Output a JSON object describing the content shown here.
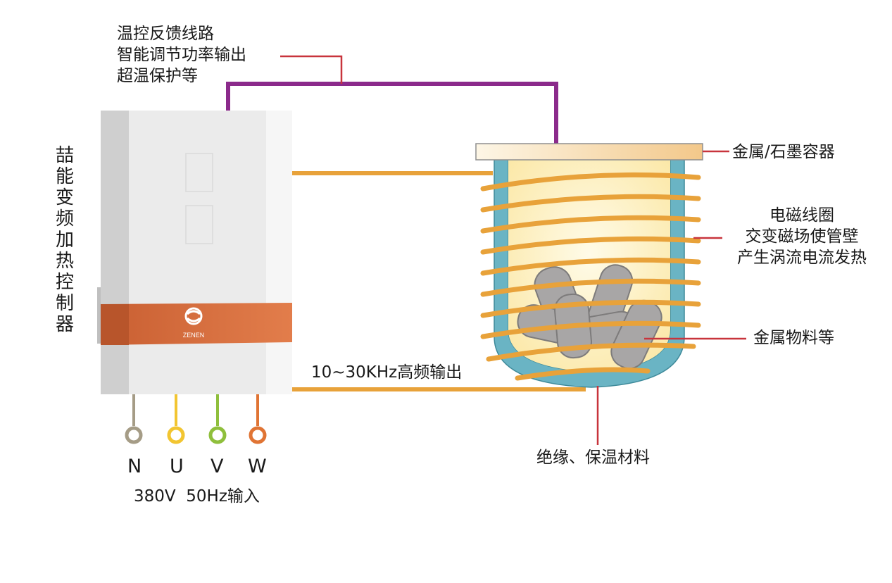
{
  "controller": {
    "title": "喆能变频加热控制器",
    "logo_text": "ZENEN",
    "feedback_lines": [
      "温控反馈线路",
      "智能调节功率输出",
      "超温保护等"
    ],
    "output_label": "10~30KHz高频输出",
    "terminals": [
      {
        "label": "N",
        "color": "#a59c86"
      },
      {
        "label": "U",
        "color": "#f2c531"
      },
      {
        "label": "V",
        "color": "#8fbf3c"
      },
      {
        "label": "W",
        "color": "#e07434"
      }
    ],
    "input_label": "380V  50Hz输入"
  },
  "furnace": {
    "container_label": "金属/石墨容器",
    "coil_lines": [
      "电磁线圈",
      "交变磁场使管壁",
      "产生涡流电流发热"
    ],
    "material_label": "金属物料等",
    "insulation_label": "绝缘、保温材料"
  },
  "colors": {
    "wire_orange": "#e8a23a",
    "wire_purple": "#8b2a8b",
    "leader_red": "#c8343c",
    "wall_teal": "#6ab4c4",
    "band_orange": "#d9683a",
    "cabinet": "#ececec"
  }
}
